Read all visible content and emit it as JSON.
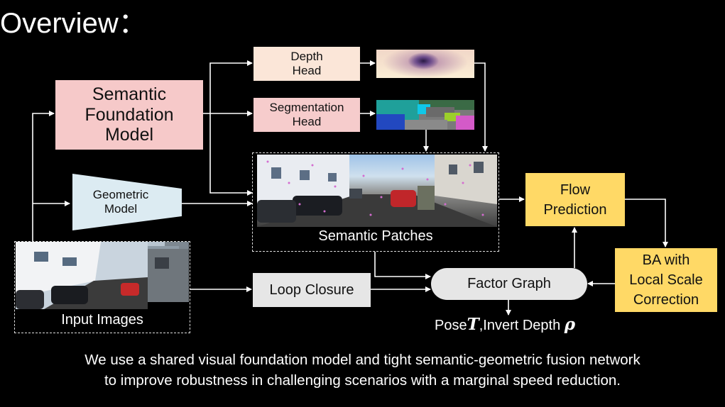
{
  "title": "Overview：",
  "blocks": {
    "semantic_model": "Semantic\nFoundation\nModel",
    "geometric_model": "Geometric\nModel",
    "depth_head": "Depth\nHead",
    "segmentation_head": "Segmentation\nHead",
    "semantic_patches": "Semantic Patches",
    "input_images": "Input Images",
    "loop_closure": "Loop Closure",
    "factor_graph": "Factor Graph",
    "flow_prediction": "Flow\nPrediction",
    "ba": "BA with\nLocal Scale\nCorrection"
  },
  "output": {
    "pose": "Pose",
    "pose_symbol": "T",
    "depth": ",Invert Depth ",
    "depth_symbol": "ρ"
  },
  "caption": {
    "line1": "We use a shared visual foundation model and tight semantic-geometric fusion network",
    "line2": "to improve robustness in challenging scenarios with a marginal speed reduction."
  },
  "colors": {
    "semantic_model": "#f6c9c9",
    "geometric_model": "#dcebf2",
    "depth_head": "#fbe6d8",
    "segmentation_head": "#f6cccc",
    "loop_closure": "#e6e6e6",
    "factor_graph": "#e6e6e6",
    "flow_prediction": "#ffd966",
    "ba": "#ffd966"
  }
}
